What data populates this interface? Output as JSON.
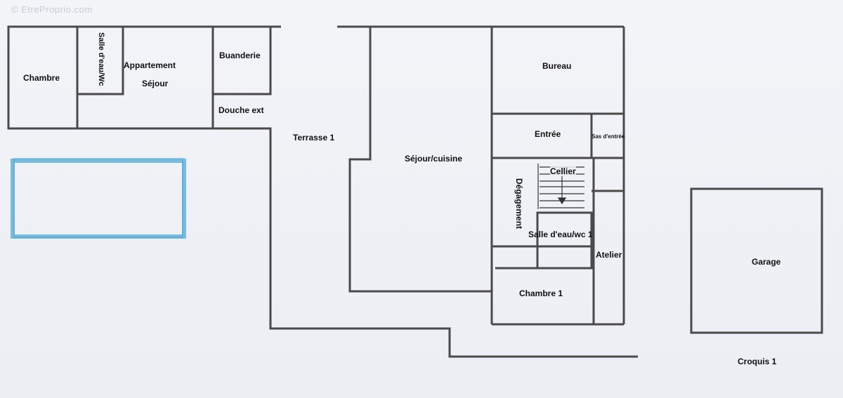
{
  "watermark": "© EtreProprio.com",
  "rooms": {
    "chambre": "Chambre",
    "salle_eau_wc": "Salle d'eau/Wc",
    "appartement_line1": "Appartement",
    "appartement_line2": "Séjour",
    "buanderie": "Buanderie",
    "douche_ext": "Douche ext",
    "terrasse": "Terrasse 1",
    "sejour_cuisine": "Séjour/cuisine",
    "bureau": "Bureau",
    "entree": "Entrée",
    "sas_entree": "Sas d'entrée",
    "cellier": "Cellier",
    "degagement": "Dégagement",
    "salle_eau_wc_1": "Salle d'eau/wc 1",
    "atelier": "Atelier",
    "chambre_1": "Chambre 1",
    "garage": "Garage"
  },
  "caption": "Croquis 1",
  "colors": {
    "wall": "#4a4a4a",
    "pool": "#5fb3d9",
    "background": "#eef0f5"
  }
}
